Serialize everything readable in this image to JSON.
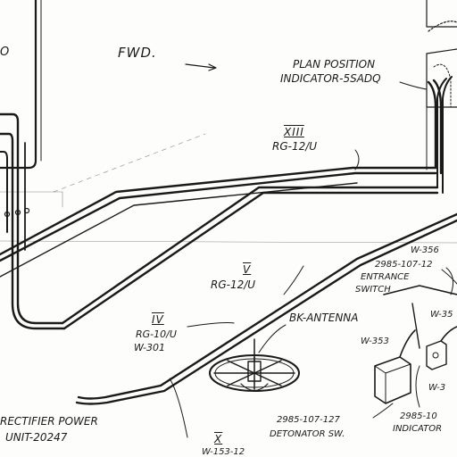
{
  "labels": {
    "fwd": "FWD.",
    "ppi_line1": "PLAN POSITION",
    "ppi_line2": "INDICATOR-5SADQ",
    "c13_num": "XIII",
    "c13_type": "RG-12/U",
    "c5_num": "V",
    "c5_type": "RG-12/U",
    "c4_num": "IV",
    "c4_type": "RG-10/U",
    "c4_wire": "W-301",
    "bk_antenna": "BK-ANTENNA",
    "w356": "W-356",
    "part_top": "2985-107-12",
    "entrance_1": "ENTRANCE",
    "entrance_2": "SWITCH",
    "w353": "W-353",
    "w35_partial": "W-35",
    "w3_partial": "W-3",
    "detonator_1": "2985-107-127",
    "detonator_2": "DETONATOR SW.",
    "indicator_1": "2985-10",
    "indicator_2": "INDICATOR",
    "rectifier_1": "RECTIFIER POWER",
    "rectifier_2": "UNIT-20247",
    "cx_num": "X",
    "cx_type": "W-153-12",
    "edge_o": "O"
  },
  "colors": {
    "ink": "#1a1a1a",
    "paper": "#fdfdfb"
  }
}
